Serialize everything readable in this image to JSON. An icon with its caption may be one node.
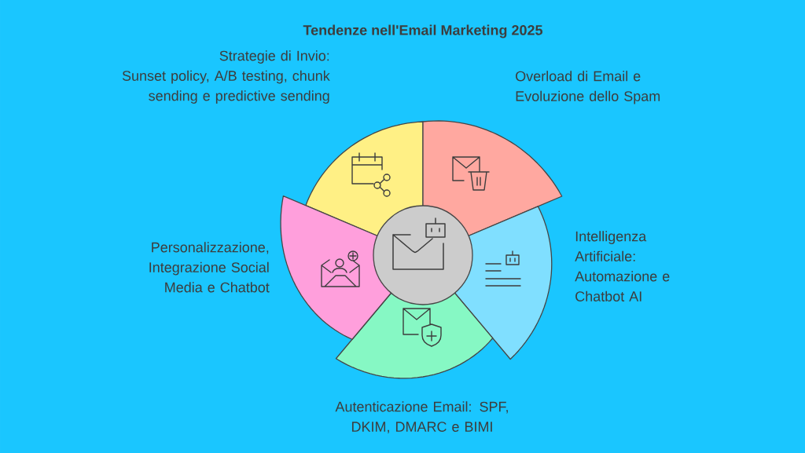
{
  "diagram": {
    "title": "Tendenze nell'Email Marketing 2025",
    "nodes": [
      {
        "text": [
          "Strategie di Invio:",
          "Sunset policy, A/B testing, chunk sending e predictive sending"
        ]
      },
      {
        "text": [
          "Overload di Email e Evoluzione dello Spam"
        ]
      },
      {
        "text": [
          "Intelligenza Artificiale: Automazione e Chatbot AI"
        ]
      },
      {
        "text": [
          "Autenticazione Email: SPF, DKIM, DMARC e BIMI"
        ]
      },
      {
        "text": [
          "Personalizzazione, Integrazione Social Media e Chatbot"
        ]
      },
      {
        "text": [],
        "shape": "circle"
      }
    ],
    "edges": []
  }
}
